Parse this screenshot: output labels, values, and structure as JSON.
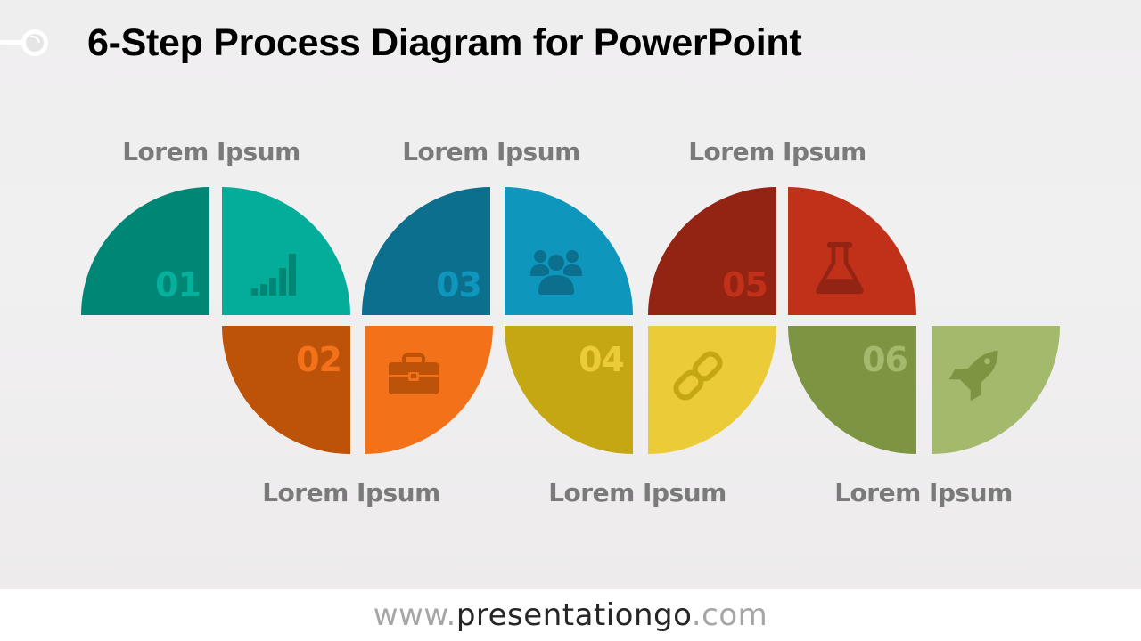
{
  "slide": {
    "title": "6-Step Process Diagram for PowerPoint",
    "background": "#efeeef"
  },
  "steps": [
    {
      "number": "01",
      "label": "Lorem Ipsum",
      "icon": "bar-chart-icon",
      "position": "top",
      "dark_color": "#008675",
      "light_color": "#04ad9a",
      "number_color": "#06b09d",
      "icon_color": "#008675"
    },
    {
      "number": "02",
      "label": "Lorem Ipsum",
      "icon": "briefcase-icon",
      "position": "bottom",
      "dark_color": "#bd5309",
      "light_color": "#f27119",
      "number_color": "#f27119",
      "icon_color": "#bd5309"
    },
    {
      "number": "03",
      "label": "Lorem Ipsum",
      "icon": "users-icon",
      "position": "top",
      "dark_color": "#0b6f8d",
      "light_color": "#0f96bd",
      "number_color": "#0f96bd",
      "icon_color": "#0b6f8d"
    },
    {
      "number": "04",
      "label": "Lorem Ipsum",
      "icon": "link-icon",
      "position": "bottom",
      "dark_color": "#c5a713",
      "light_color": "#ebcb37",
      "number_color": "#ebcb37",
      "icon_color": "#c5a713"
    },
    {
      "number": "05",
      "label": "Lorem Ipsum",
      "icon": "flask-icon",
      "position": "top",
      "dark_color": "#932313",
      "light_color": "#c13019",
      "number_color": "#c13019",
      "icon_color": "#932313"
    },
    {
      "number": "06",
      "label": "Lorem Ipsum",
      "icon": "rocket-icon",
      "position": "bottom",
      "dark_color": "#7d9443",
      "light_color": "#a3b96b",
      "number_color": "#a3b96b",
      "icon_color": "#7d9443"
    }
  ],
  "footer": {
    "prefix": "www.",
    "brand": "presentationgo",
    "suffix": ".com"
  }
}
